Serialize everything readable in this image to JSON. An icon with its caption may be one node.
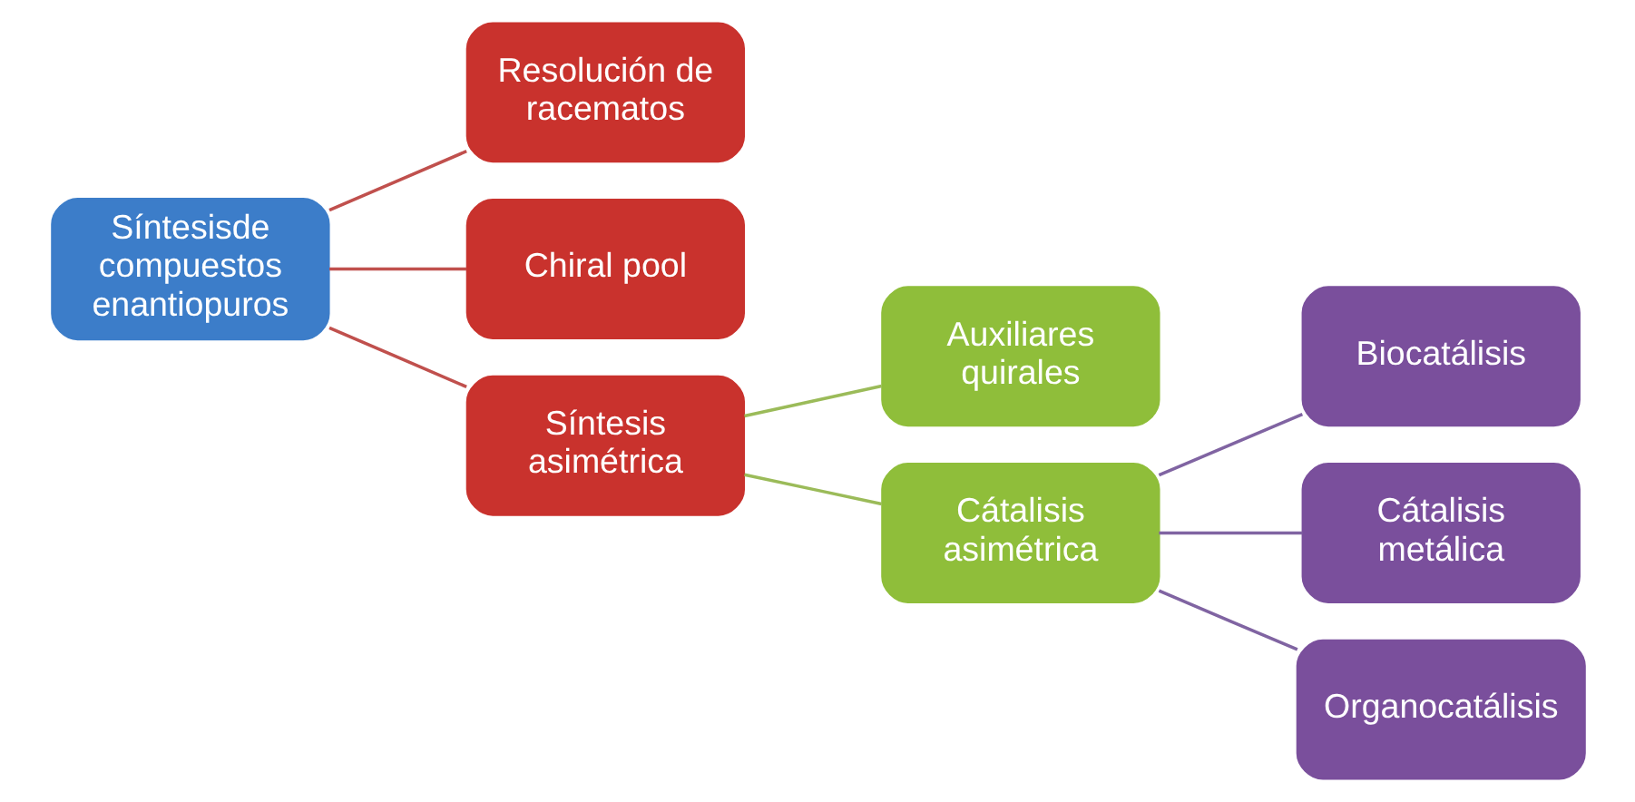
{
  "diagram": {
    "nodes": [
      {
        "text": [
          "Síntesisde compuestos enantiopuros"
        ]
      },
      {
        "text": [
          "Resolución de racematos"
        ]
      },
      {
        "text": [
          "Chiral pool"
        ]
      },
      {
        "text": [
          "Síntesis asimétrica"
        ]
      },
      {
        "text": [
          "Auxiliares quirales"
        ]
      },
      {
        "text": [
          "Cátalisis asimétrica"
        ]
      },
      {
        "text": [
          "Biocatálisis"
        ]
      },
      {
        "text": [
          "Cátalisis metálica"
        ]
      },
      {
        "text": [
          "Organocatálisis"
        ]
      }
    ],
    "edges": [
      {
        "from": 0,
        "to": 1,
        "arrow": "none",
        "color": "#c0504d"
      },
      {
        "from": 0,
        "to": 2,
        "arrow": "none",
        "color": "#c0504d"
      },
      {
        "from": 0,
        "to": 3,
        "arrow": "none",
        "color": "#c0504d"
      },
      {
        "from": 3,
        "to": 4,
        "arrow": "none",
        "color": "#9bbb59"
      },
      {
        "from": 3,
        "to": 5,
        "arrow": "none",
        "color": "#9bbb59"
      },
      {
        "from": 5,
        "to": 6,
        "arrow": "none",
        "color": "#8064a2"
      },
      {
        "from": 5,
        "to": 7,
        "arrow": "none",
        "color": "#8064a2"
      },
      {
        "from": 5,
        "to": 8,
        "arrow": "none",
        "color": "#8064a2"
      }
    ]
  }
}
